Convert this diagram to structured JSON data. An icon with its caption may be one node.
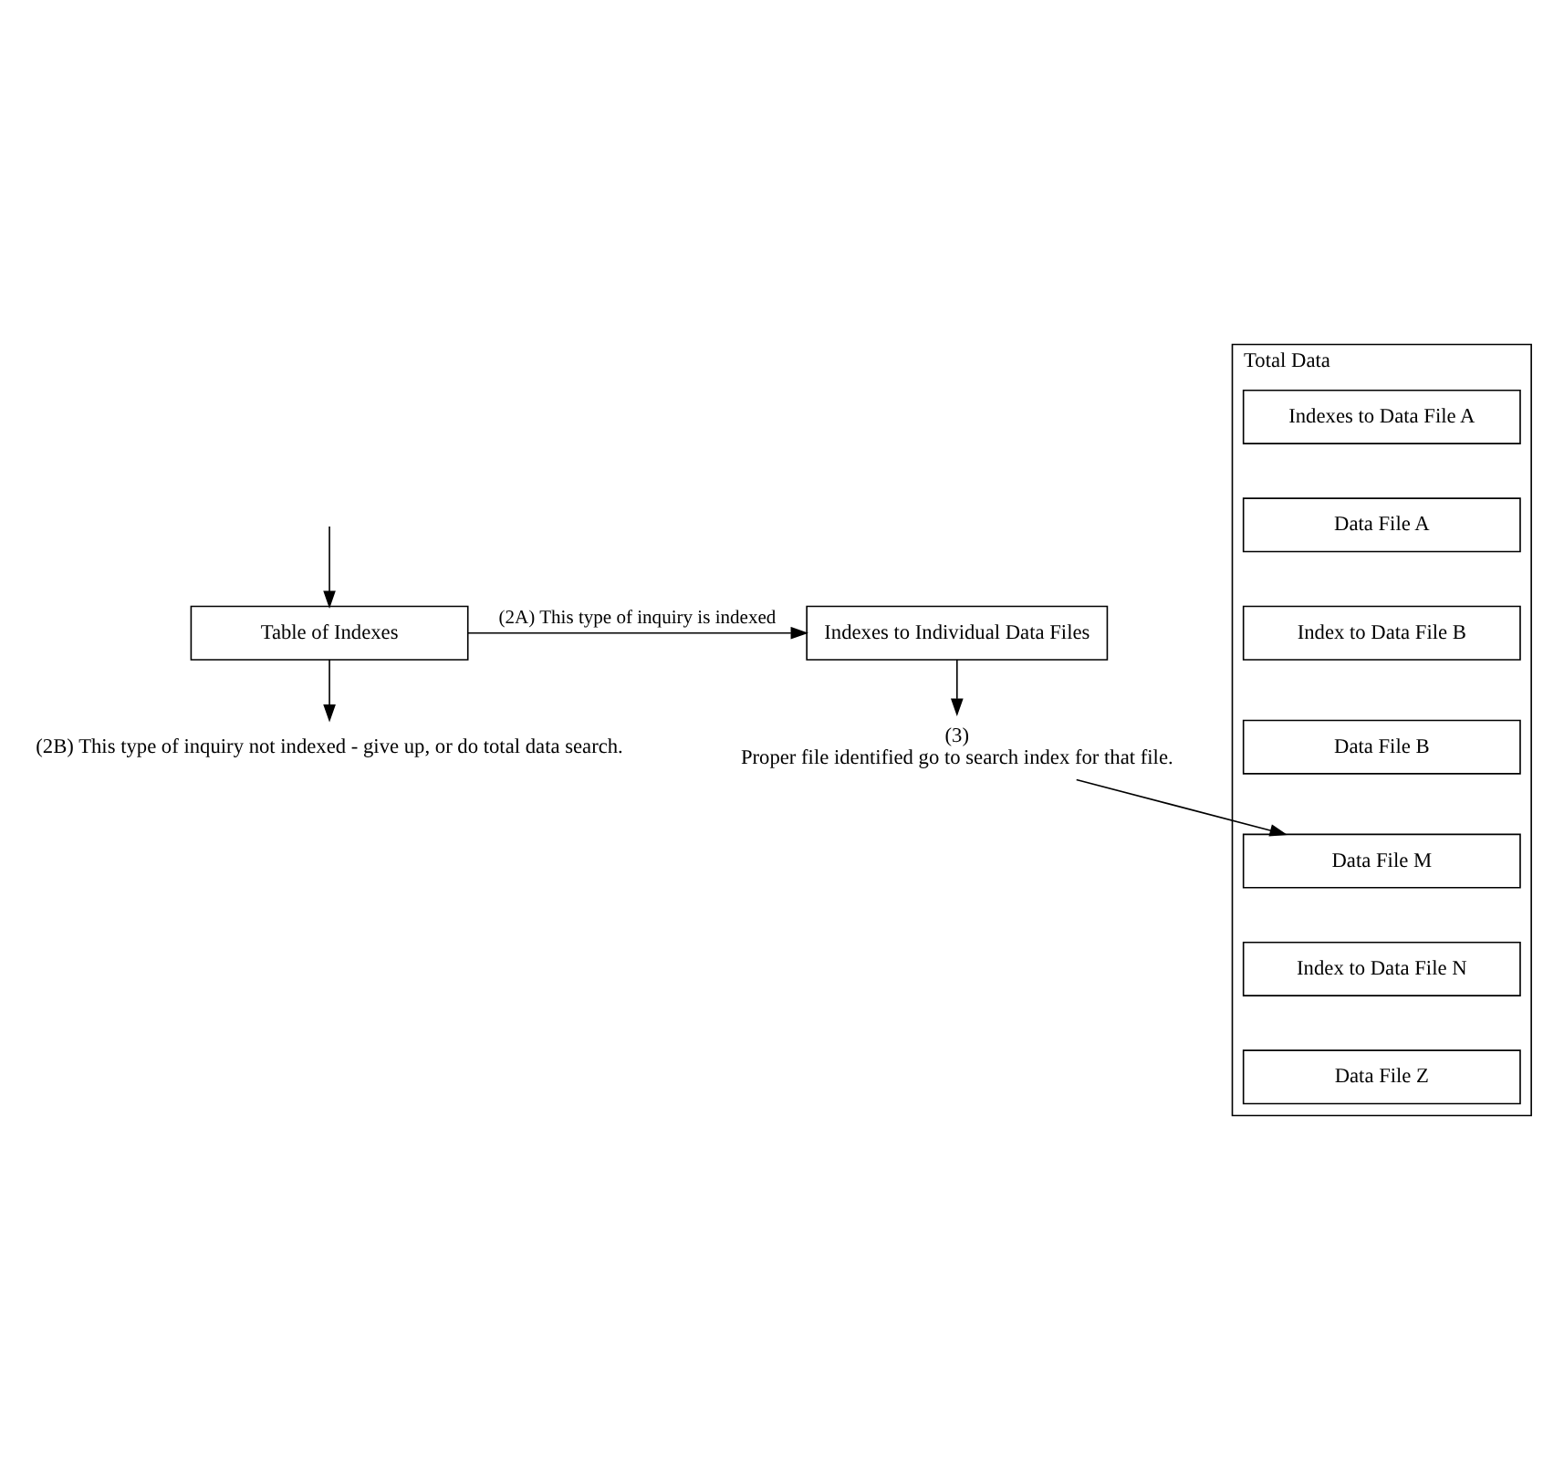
{
  "diagram": {
    "nodes": [
      {
        "text": [
          "Table of Indexes"
        ]
      },
      {
        "text": [
          "Indexes to Individual Data Files"
        ]
      },
      {
        "text": [
          "(2B) This type of inquiry not indexed - give up, or do total data search."
        ]
      },
      {
        "text": [
          "(3)",
          "Proper file identified go to search index for that file."
        ]
      },
      {
        "text": [
          "Total Data"
        ]
      },
      {
        "text": [
          "Indexes to Data File A"
        ],
        "in": 4
      },
      {
        "text": [
          "Data File A"
        ],
        "in": 4
      },
      {
        "text": [
          "Index to Data File B"
        ],
        "in": 4
      },
      {
        "text": [
          "Data File B"
        ],
        "in": 4
      },
      {
        "text": [
          "Data File M"
        ],
        "in": 4
      },
      {
        "text": [
          "Index to Data File N"
        ],
        "in": 4
      },
      {
        "text": [
          "Data File Z"
        ],
        "in": 4
      }
    ],
    "edges": [
      {
        "from": null,
        "to": 0,
        "arrow": "to"
      },
      {
        "from": 0,
        "to": 1,
        "arrow": "to",
        "label": "(2A) This type of inquiry is indexed"
      },
      {
        "from": 0,
        "to": 2,
        "arrow": "to"
      },
      {
        "from": 1,
        "to": 3,
        "arrow": "to"
      },
      {
        "from": 3,
        "to": 9,
        "arrow": "to"
      }
    ]
  }
}
